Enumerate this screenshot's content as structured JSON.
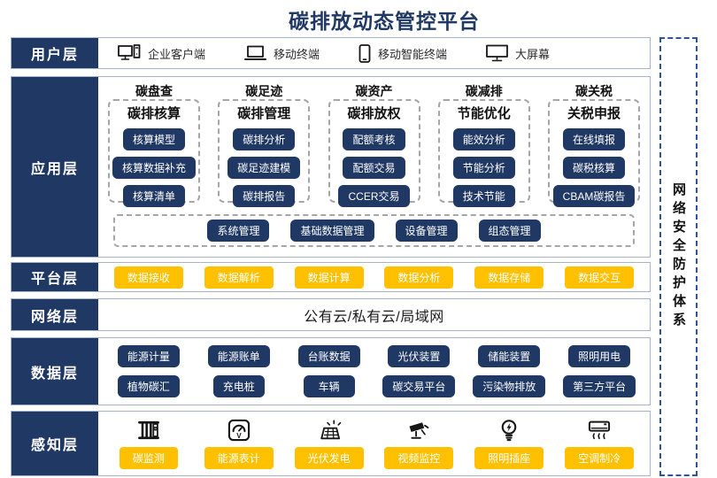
{
  "title": "碳排放动态管控平台",
  "security_bar": {
    "label": "网络安全防护体系"
  },
  "colors": {
    "primary_navy": "#1f3864",
    "accent_yellow": "#ffc000",
    "security_border_blue": "#2f5597",
    "band_border": "#a7b3c6",
    "dashed_gray": "#a6a6a6"
  },
  "layers": {
    "user": {
      "label": "用户层",
      "items": [
        {
          "icon": "desktop-computer-icon",
          "label": "企业客户端"
        },
        {
          "icon": "laptop-icon",
          "label": "移动终端"
        },
        {
          "icon": "smartphone-icon",
          "label": "移动智能终端"
        },
        {
          "icon": "large-screen-icon",
          "label": "大屏幕"
        }
      ]
    },
    "application": {
      "label": "应用层",
      "columns": [
        {
          "category": "碳盘查",
          "group": "碳排核算",
          "items": [
            "核算模型",
            "核算数据补充",
            "核算清单"
          ]
        },
        {
          "category": "碳足迹",
          "group": "碳排管理",
          "items": [
            "碳排分析",
            "碳足迹建模",
            "碳排报告"
          ]
        },
        {
          "category": "碳资产",
          "group": "碳排放权",
          "items": [
            "配额考核",
            "配额交易",
            "CCER交易"
          ]
        },
        {
          "category": "碳减排",
          "group": "节能优化",
          "items": [
            "能效分析",
            "节能分析",
            "技术节能"
          ]
        },
        {
          "category": "碳关税",
          "group": "关税申报",
          "items": [
            "在线填报",
            "碳税核算",
            "CBAM碳报告"
          ]
        }
      ],
      "common_items": [
        "系统管理",
        "基础数据管理",
        "设备管理",
        "组态管理"
      ]
    },
    "platform": {
      "label": "平台层",
      "items": [
        "数据接收",
        "数据解析",
        "数据计算",
        "数据分析",
        "数据存储",
        "数据交互"
      ]
    },
    "network": {
      "label": "网络层",
      "content": "公有云/私有云/局域网"
    },
    "data": {
      "label": "数据层",
      "rows": [
        [
          "能源计量",
          "能源账单",
          "台账数据",
          "光伏装置",
          "储能装置",
          "照明用电"
        ],
        [
          "植物碳汇",
          "充电桩",
          "车辆",
          "碳交易平台",
          "污染物排放",
          "第三方平台"
        ]
      ]
    },
    "perception": {
      "label": "感知层",
      "items": [
        {
          "icon": "carbon-monitor-icon",
          "label": "碳监测"
        },
        {
          "icon": "energy-meter-icon",
          "label": "能源表计"
        },
        {
          "icon": "solar-power-icon",
          "label": "光伏发电"
        },
        {
          "icon": "cctv-camera-icon",
          "label": "视频监控"
        },
        {
          "icon": "light-bulb-icon",
          "label": "照明插座"
        },
        {
          "icon": "air-conditioner-icon",
          "label": "空调制冷"
        }
      ]
    }
  }
}
